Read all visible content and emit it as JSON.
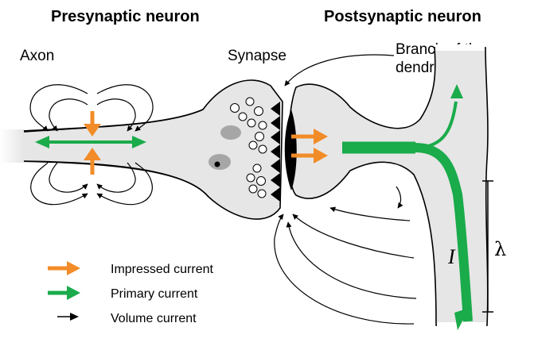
{
  "titles": {
    "presynaptic": "Presynaptic neuron",
    "postsynaptic": "Postsynaptic neuron"
  },
  "labels": {
    "axon": "Axon",
    "synapse": "Synapse",
    "branch_line1": "Branch of the",
    "branch_line2": "dendritic tree",
    "current_symbol": "I",
    "length_symbol": "λ"
  },
  "legend": [
    {
      "label": "Impressed current",
      "color": "#f28c28",
      "icon": "orange-arrow-icon"
    },
    {
      "label": "Primary current",
      "color": "#1aab4b",
      "icon": "green-arrow-icon"
    },
    {
      "label": "Volume current",
      "color": "#000000",
      "icon": "black-arrow-icon"
    }
  ],
  "colors": {
    "tissue": "#e6e6e6",
    "impressed": "#f28c28",
    "primary": "#1aab4b",
    "volume": "#000000"
  }
}
